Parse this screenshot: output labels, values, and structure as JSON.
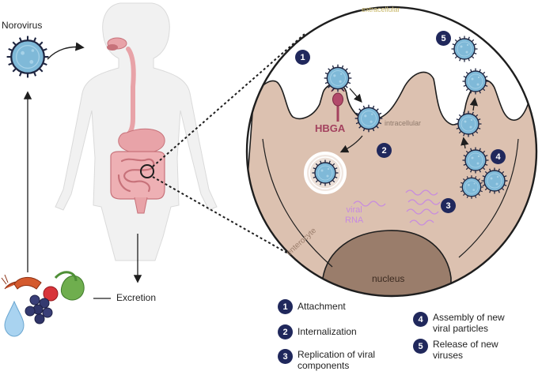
{
  "labels": {
    "norovirus": "Norovirus",
    "excretion": "Excretion",
    "extracellular": "extracellular",
    "intracellular": "intracellular",
    "hbga": "HBGA",
    "viral_rna_line1": "viral",
    "viral_rna_line2": "RNA",
    "enterocyte": "enterocyte",
    "nucleus": "nucleus"
  },
  "steps": [
    {
      "num": "1",
      "label": "Attachment"
    },
    {
      "num": "2",
      "label": "Internalization"
    },
    {
      "num": "3",
      "label_line1": "Replication of viral",
      "label_line2": "components"
    },
    {
      "num": "4",
      "label_line1": "Assembly of new",
      "label_line2": "viral particles"
    },
    {
      "num": "5",
      "label_line1": "Release of new",
      "label_line2": "viruses"
    }
  ],
  "colors": {
    "badge": "#20285c",
    "virus": "#7fb9d8",
    "cell": "#dcc1b0",
    "nucleus": "#9a7d6b",
    "hbga": "#a3415e",
    "rna": "#c78ae0",
    "gut": "#e8a3a8"
  },
  "icons": {
    "virus": "virus-particle-icon",
    "food": "contaminated-food-icon",
    "water": "water-drop-icon",
    "body": "human-body-silhouette"
  }
}
